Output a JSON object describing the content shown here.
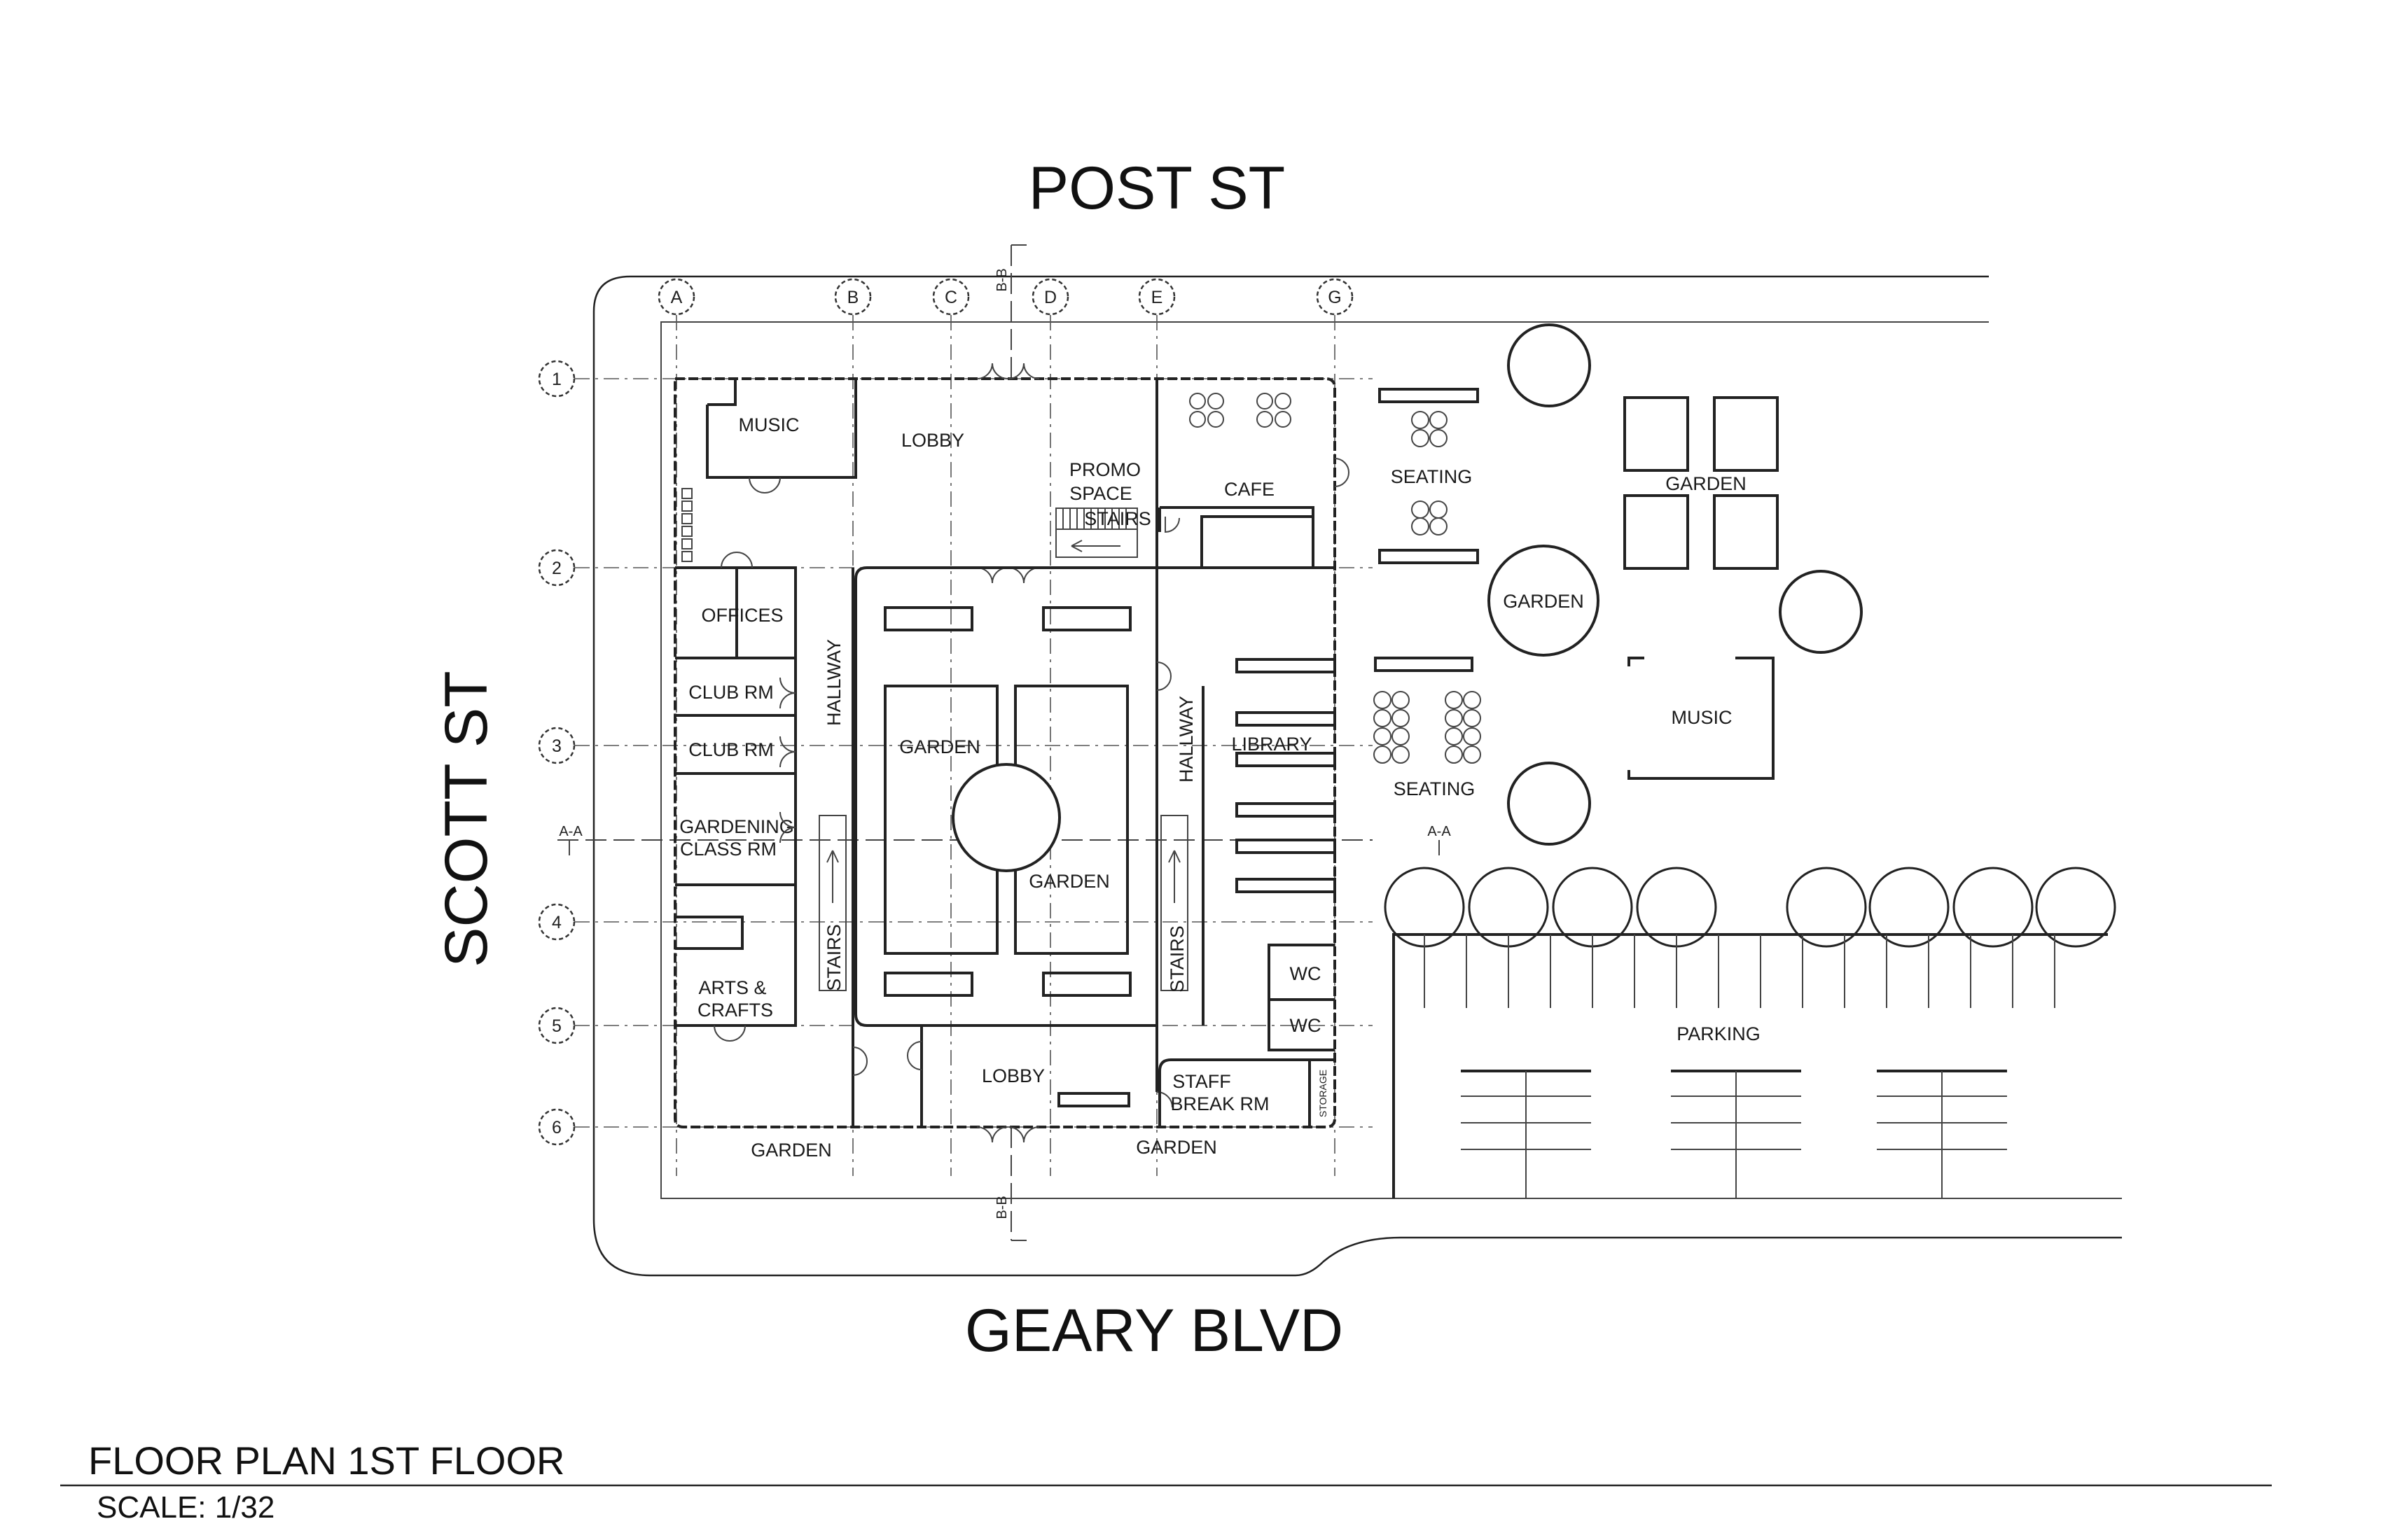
{
  "streets": {
    "north": "POST ST",
    "south": "GEARY BLVD",
    "west": "SCOTT ST"
  },
  "grid": {
    "columns": [
      "A",
      "B",
      "C",
      "D",
      "E",
      "G"
    ],
    "rows": [
      "1",
      "2",
      "3",
      "4",
      "5",
      "6"
    ]
  },
  "sections": {
    "aa_left": "A-A",
    "aa_right": "A-A",
    "bb_top": "B-B",
    "bb_bottom": "B-B"
  },
  "rooms": {
    "music": "MUSIC",
    "lobby_north": "LOBBY",
    "promo_space_1": "PROMO",
    "promo_space_2": "SPACE",
    "stairs_north": "STAIRS",
    "cafe": "CAFE",
    "offices": "OFFICES",
    "club_rm_1": "CLUB RM",
    "club_rm_2": "CLUB RM",
    "gardening_1": "GARDENING",
    "gardening_2": "CLASS RM",
    "arts_1": "ARTS &",
    "arts_2": "CRAFTS",
    "hallway_west": "HALLWAY",
    "stairs_west": "STAIRS",
    "garden_court_1": "GARDEN",
    "garden_court_2": "GARDEN",
    "hallway_east": "HALLWAY",
    "stairs_east": "STAIRS",
    "library": "LIBRARY",
    "wc_1": "WC",
    "wc_2": "WC",
    "lobby_south": "LOBBY",
    "staff_1": "STAFF",
    "staff_2": "BREAK RM",
    "storage": "STORAGE",
    "garden_south_west": "GARDEN",
    "garden_south_east": "GARDEN"
  },
  "exterior": {
    "seating_north": "SEATING",
    "seating_south": "SEATING",
    "garden_round": "GARDEN",
    "garden_beds": "GARDEN",
    "music_outdoor": "MUSIC",
    "parking": "PARKING"
  },
  "title_block": {
    "title": "FLOOR PLAN 1ST FLOOR",
    "scale": "SCALE: 1/32"
  }
}
